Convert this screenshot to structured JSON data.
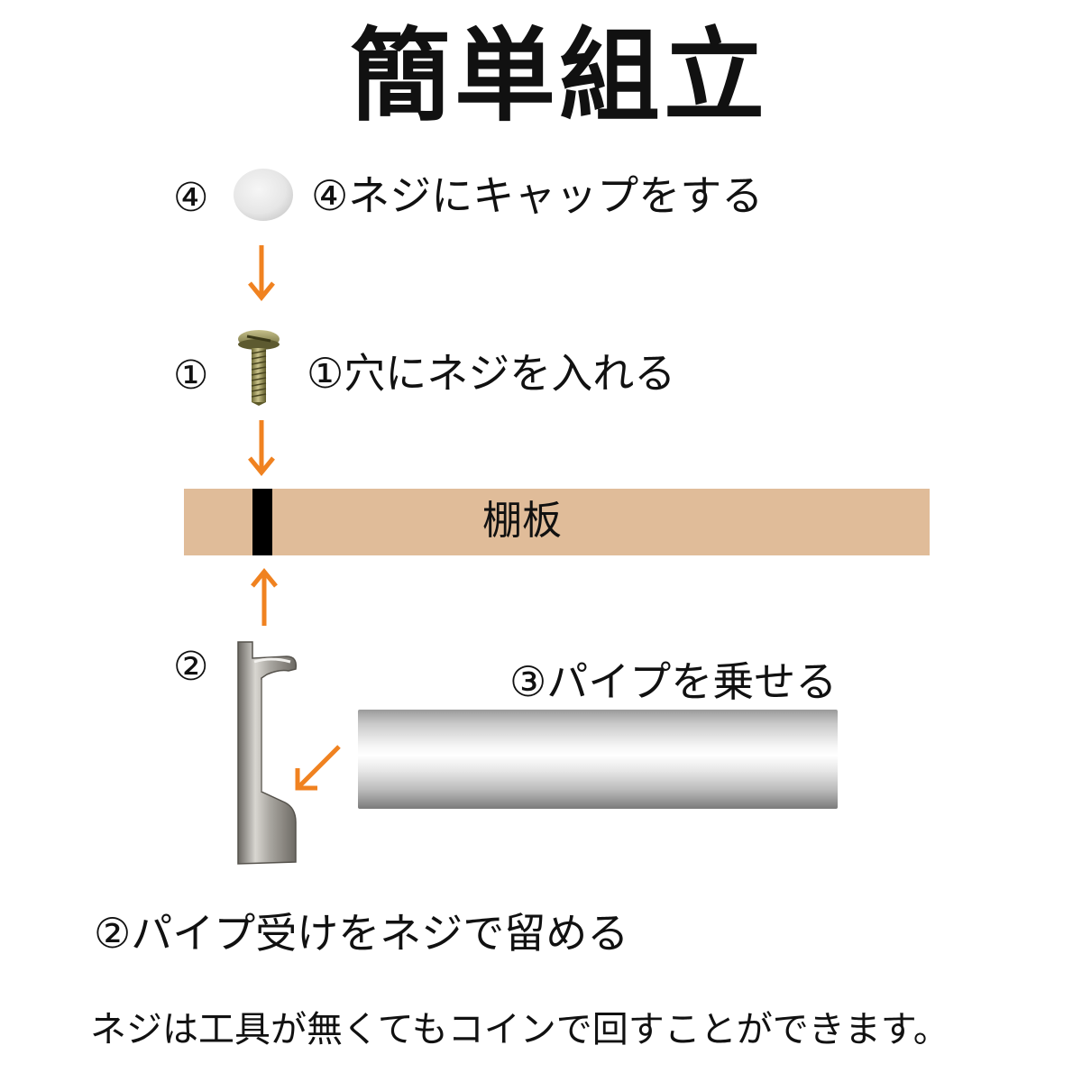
{
  "title": "簡単組立",
  "steps": {
    "cap": {
      "marker": "④",
      "instruction": "④ネジにキャップをする"
    },
    "screw": {
      "marker": "①",
      "instruction": "①穴にネジを入れる"
    },
    "shelf": {
      "label": "棚板"
    },
    "bracket": {
      "marker": "②",
      "instruction": "②パイプ受けをネジで留める"
    },
    "pipe": {
      "instruction": "③パイプを乗せる"
    }
  },
  "note": "ネジは工具が無くてもコインで回すことができます。",
  "colors": {
    "arrow": "#f08220",
    "shelf": "#e0bc99",
    "hole": "#000000",
    "cap": "#e8e8e8"
  },
  "icons": {
    "cap": "screw-cap-icon",
    "screw": "screw-icon",
    "bracket": "pipe-bracket-icon",
    "arrow": "arrow-icon"
  }
}
